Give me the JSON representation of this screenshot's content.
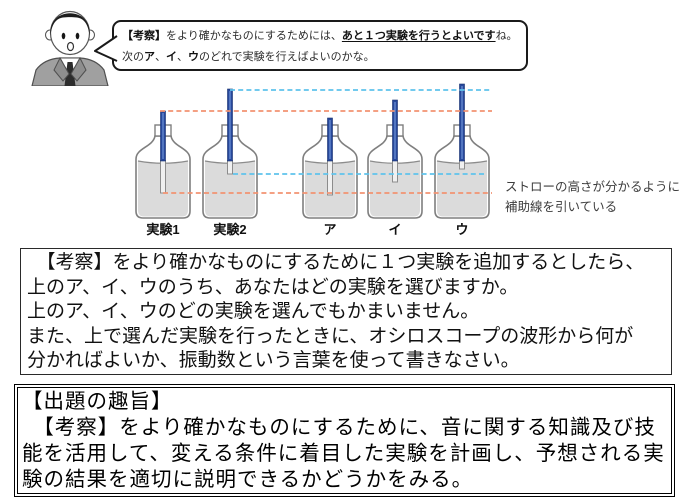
{
  "speech_bubble": {
    "line1": {
      "bold_prefix": "【考察】",
      "text_mid": "をより確かなものにするためには、",
      "bold_underline": "あと１つ実験を行うとよいです",
      "text_end": "ね。"
    },
    "line2": {
      "text_pre": "次の",
      "bold_a": "ア",
      "comma1": "、",
      "bold_i": "イ",
      "comma2": "、",
      "bold_u": "ウ",
      "text_end": "のどれで実験を行えばよいのかな。"
    }
  },
  "diagram": {
    "bottle_labels": [
      "実験1",
      "実験2",
      "ア",
      "イ",
      "ウ"
    ],
    "annotation": {
      "line1": "ストローの高さが分かるように",
      "line2": "補助線を引いている"
    },
    "colors": {
      "straw_blue": "#27489b",
      "guide_blue": "#5fc3ec",
      "guide_orange": "#f29372",
      "bottle_outline": "#7f7f7f",
      "water_fill": "#dbdbdb"
    }
  },
  "question_box": {
    "lines": [
      "　【考察】をより確かなものにするために１つ実験を追加するとしたら、",
      "上のア、イ、ウのうち、あなたはどの実験を選びますか。",
      "上のア、イ、ウのどの実験を選んでもかまいません。",
      "また、上で選んだ実験を行ったときに、オシロスコープの波形から何が",
      "分かればよいか、振動数という言葉を使って書きなさい。"
    ]
  },
  "purpose_box": {
    "heading": "【出題の趣旨】",
    "lines": [
      "　【考察】をより確かなものにするために、音に関する知識及び技",
      "能を活用して、変える条件に着目した実験を計画し、予想される実",
      "験の結果を適切に説明できるかどうかをみる。"
    ]
  }
}
